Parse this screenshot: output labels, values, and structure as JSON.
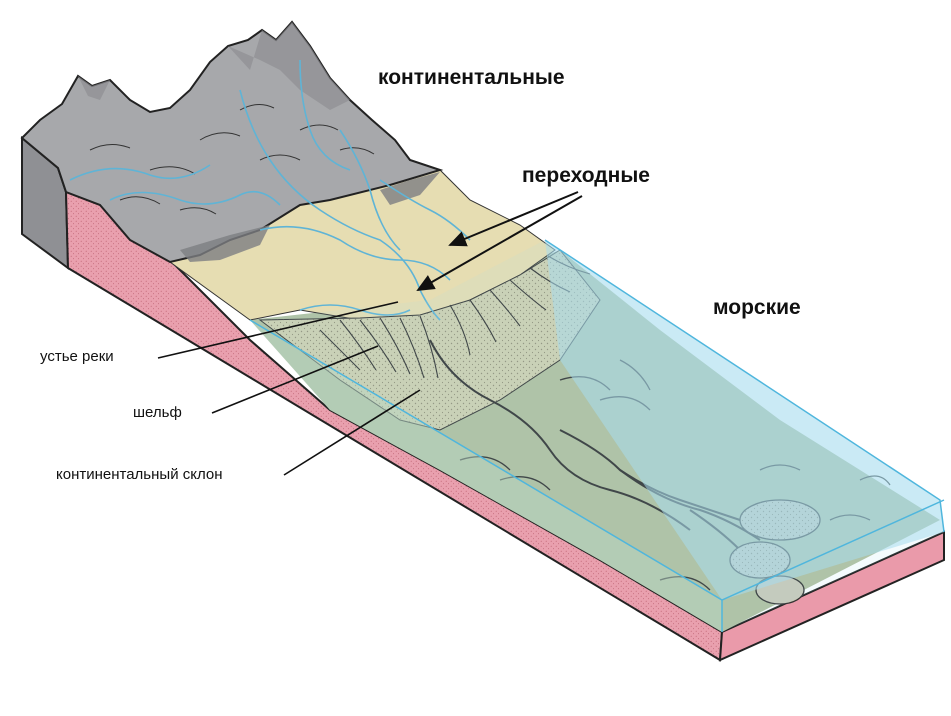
{
  "labels": {
    "continental": "континентальные",
    "transitional": "переходные",
    "marine": "морские",
    "river_mouth": "устье реки",
    "shelf": "шельф",
    "continental_slope": "континентальный склон"
  },
  "colors": {
    "mountain": "#a7a8ab",
    "mountain_dark": "#7d7e82",
    "cliff": "#8f9094",
    "plain": "#e6ddb2",
    "sea_floor": "#b1c09f",
    "sea_front": "#b9d6c5",
    "water": "#a8dcee",
    "water_edge": "#4fb6dd",
    "rock_section": "#e9a0ae",
    "river": "#5fb4d6"
  }
}
